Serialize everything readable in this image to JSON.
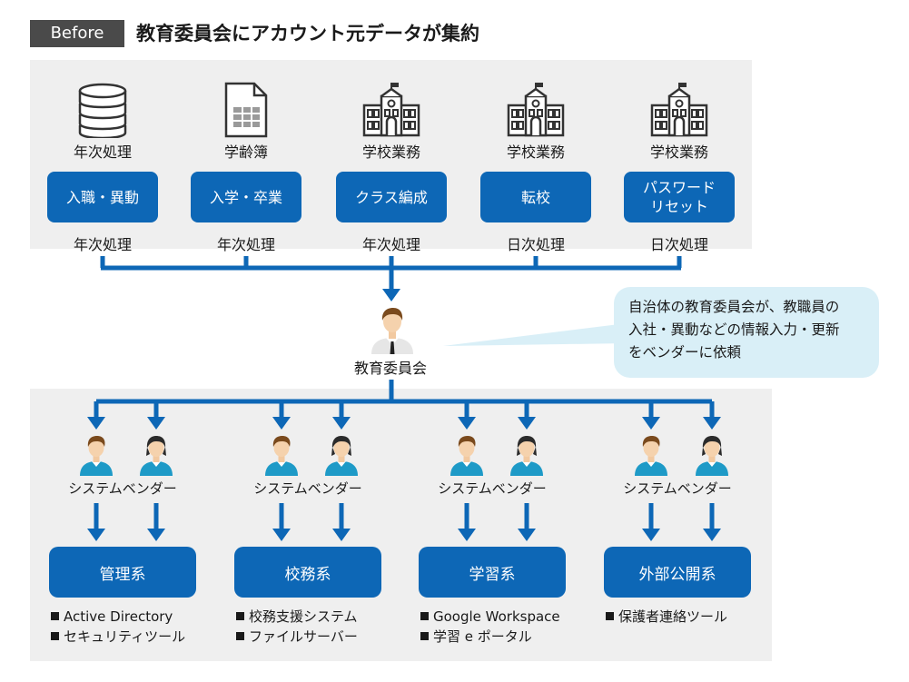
{
  "header": {
    "badge": "Before",
    "title": "教育委員会にアカウント元データが集約"
  },
  "sources": [
    {
      "icon": "database-icon",
      "label": "年次処理",
      "button": "入職・異動",
      "frequency": "年次処理"
    },
    {
      "icon": "spreadsheet-document-icon",
      "label": "学齢簿",
      "button": "入学・卒業",
      "frequency": "年次処理"
    },
    {
      "icon": "school-building-icon",
      "label": "学校業務",
      "button": "クラス編成",
      "frequency": "年次処理"
    },
    {
      "icon": "school-building-icon",
      "label": "学校業務",
      "button": "転校",
      "frequency": "日次処理"
    },
    {
      "icon": "school-building-icon",
      "label": "学校業務",
      "button": "パスワード\nリセット",
      "frequency": "日次処理"
    }
  ],
  "board": {
    "icon": "businessman-icon",
    "label": "教育委員会"
  },
  "callout": {
    "text": "自治体の教育委員会が、教職員の\n入社・異動などの情報入力・更新\nをベンダーに依頼"
  },
  "vendors": [
    {
      "label": "システムベンダー",
      "system": "管理系",
      "items": [
        "Active Directory",
        "セキュリティツール"
      ]
    },
    {
      "label": "システムベンダー",
      "system": "校務系",
      "items": [
        "校務支援システム",
        "ファイルサーバー"
      ]
    },
    {
      "label": "システムベンダー",
      "system": "学習系",
      "items": [
        "Google Workspace",
        "学習 e ポータル"
      ]
    },
    {
      "label": "システムベンダー",
      "system": "外部公開系",
      "items": [
        "保護者連絡ツール"
      ]
    }
  ],
  "colors": {
    "blue": "#0d67b6",
    "panel": "#efefef",
    "callout": "#d9eff7",
    "badge": "#4a4a4a"
  }
}
